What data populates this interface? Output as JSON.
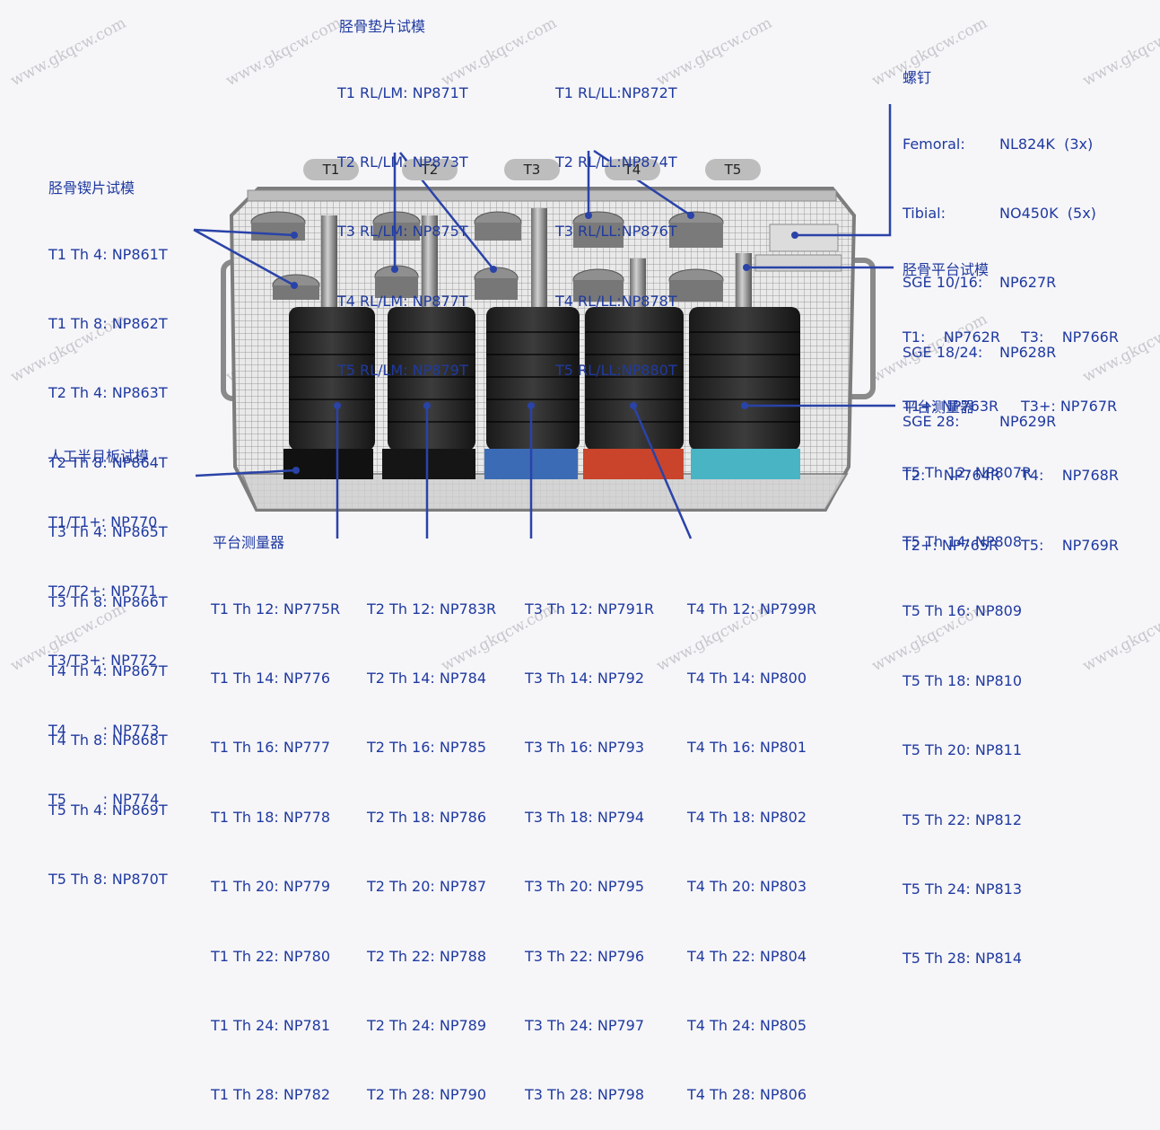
{
  "watermark": "www.gkqcw.com",
  "tray_labels": [
    "T1",
    "T2",
    "T3",
    "T4",
    "T5"
  ],
  "tibial_spacer": {
    "title": "胫骨垫片试模",
    "rl_lm": [
      "T1 RL/LM: NP871T",
      "T2 RL/LM: NP873T",
      "T3 RL/LM: NP875T",
      "T4 RL/LM: NP877T",
      "T5 RL/LM: NP879T"
    ],
    "rl_ll": [
      "T1 RL/LL:NP872T",
      "T2 RL/LL:NP874T",
      "T3 RL/LL:NP876T",
      "T4 RL/LL:NP878T",
      "T5 RL/LL:NP880T"
    ]
  },
  "screws": {
    "title": "螺钉",
    "rows": [
      {
        "label": "Femoral:",
        "value": "NL824K  (3x)"
      },
      {
        "label": "Tibial:",
        "value": "NO450K  (5x)"
      },
      {
        "label": "SGE 10/16:",
        "value": "NP627R"
      },
      {
        "label": "SGE 18/24:",
        "value": "NP628R"
      },
      {
        "label": "SGE 28:",
        "value": "NP629R"
      }
    ]
  },
  "tibial_wedge": {
    "title": "胫骨锲片试模",
    "items": [
      "T1 Th 4: NP861T",
      "T1 Th 8: NP862T",
      "T2 Th 4: NP863T",
      "T2 Th 8: NP864T",
      "T3 Th 4: NP865T",
      "T3 Th 8: NP866T",
      "T4 Th 4: NP867T",
      "T4 Th 8: NP868T",
      "T5 Th 4: NP869T",
      "T5 Th 8: NP870T"
    ]
  },
  "meniscus": {
    "title": "人工半月板试模",
    "items": [
      "T1/T1+: NP770",
      "T2/T2+: NP771",
      "T3/T3+: NP772",
      "T4        : NP773",
      "T5        : NP774"
    ]
  },
  "tibial_platform": {
    "title": "胫骨平台试模",
    "col1": [
      "T1:    NP762R",
      "T1+: NP763R",
      "T2:    NP764R",
      "T2+: NP765R"
    ],
    "col2": [
      "T3:    NP766R",
      "T3+: NP767R",
      "T4:    NP768R",
      "T5:    NP769R"
    ]
  },
  "platform_gauge_t5": {
    "title": "平台测量器",
    "items": [
      "T5 Th 12: NP807R",
      "T5 Th 14: NP808",
      "T5 Th 16: NP809",
      "T5 Th 18: NP810",
      "T5 Th 20: NP811",
      "T5 Th 22: NP812",
      "T5 Th 24: NP813",
      "T5 Th 28: NP814"
    ]
  },
  "platform_gauge": {
    "title": "平台测量器",
    "t1": [
      "T1 Th 12: NP775R",
      "T1 Th 14: NP776",
      "T1 Th 16: NP777",
      "T1 Th 18: NP778",
      "T1 Th 20: NP779",
      "T1 Th 22: NP780",
      "T1 Th 24: NP781",
      "T1 Th 28: NP782"
    ],
    "t2": [
      "T2 Th 12: NP783R",
      "T2 Th 14: NP784",
      "T2 Th 16: NP785",
      "T2 Th 18: NP786",
      "T2 Th 20: NP787",
      "T2 Th 22: NP788",
      "T2 Th 24: NP789",
      "T2 Th 28: NP790"
    ],
    "t3": [
      "T3 Th 12: NP791R",
      "T3 Th 14: NP792",
      "T3 Th 16: NP793",
      "T3 Th 18: NP794",
      "T3 Th 20: NP795",
      "T3 Th 22: NP796",
      "T3 Th 24: NP797",
      "T3 Th 28: NP798"
    ],
    "t4": [
      "T4 Th 12: NP799R",
      "T4 Th 14: NP800",
      "T4 Th 16: NP801",
      "T4 Th 18: NP802",
      "T4 Th 20: NP803",
      "T4 Th 22: NP804",
      "T4 Th 24: NP805",
      "T4 Th 28: NP806"
    ]
  },
  "colors": {
    "text": "#1f3aa0",
    "line": "#2a43a8",
    "t3_base": "#3c6bb5",
    "t4_base": "#c9442b",
    "t5_base": "#49b4c4"
  }
}
